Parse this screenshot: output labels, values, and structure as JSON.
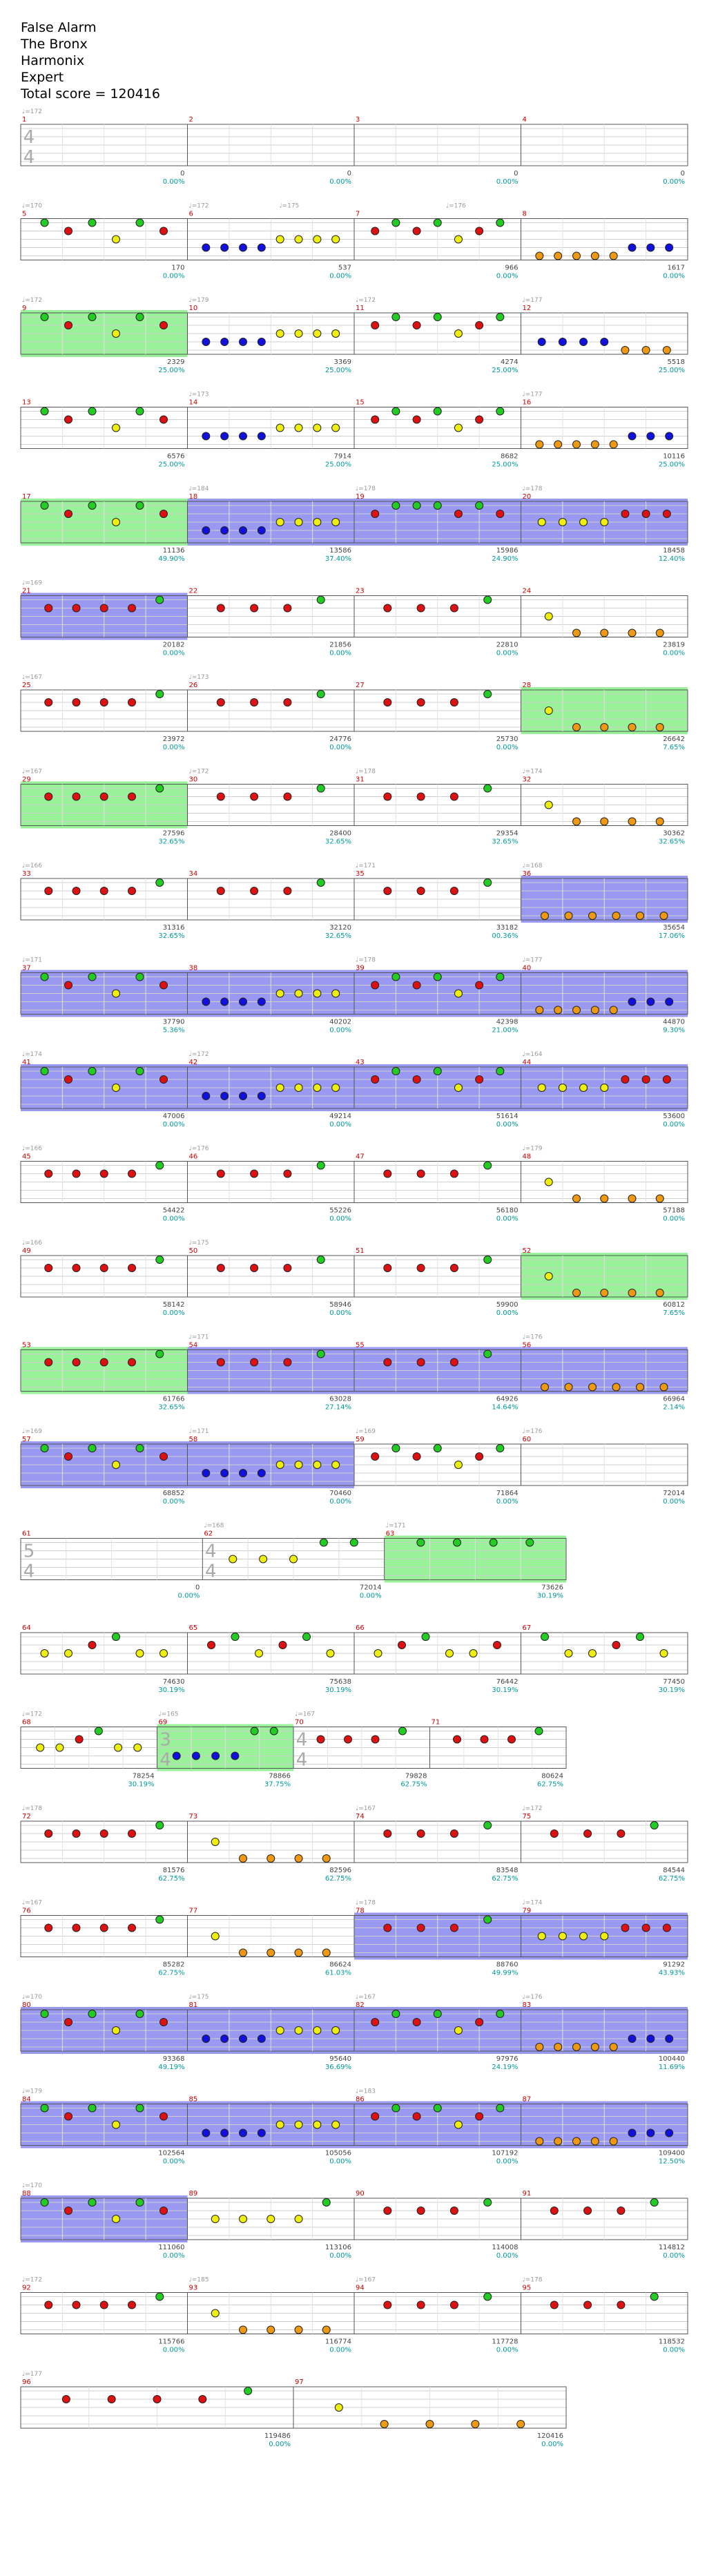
{
  "song": {
    "title": "False Alarm",
    "artist": "The Bronx",
    "charter": "Harmonix",
    "difficulty": "Expert",
    "total_score_text": "Total score = 120416"
  },
  "colors": {
    "green": "#22cc22",
    "red": "#dd1111",
    "yellow": "#eeee11",
    "blue": "#1111dd",
    "orange": "#ee9911",
    "measure_number": "#cc0000",
    "tempo": "#999999",
    "score": "#444444",
    "percent": "#009999",
    "overdrive_fill": "#7777ee",
    "solo_fill": "#77ee77",
    "unison_fill": "#ff9999"
  },
  "rows": [
    {
      "measures": [
        {
          "num": "1",
          "tempo": "♩=172",
          "ts": [
            "4",
            "4"
          ],
          "score": "0",
          "pct": "0.00%"
        },
        {
          "num": "2",
          "score": "0",
          "pct": "0.00%"
        },
        {
          "num": "3",
          "score": "0",
          "pct": "0.00%"
        },
        {
          "num": "4",
          "score": "0",
          "pct": "0.00%"
        }
      ],
      "notes": ""
    },
    {
      "measures": [
        {
          "num": "5",
          "tempo": "♩=170",
          "score": "170",
          "pct": "0.00%"
        },
        {
          "num": "6",
          "tempo": "♩=172",
          "score": "537",
          "pct": "0.00%",
          "extra_tempo": "♩=175"
        },
        {
          "num": "7",
          "score": "966",
          "pct": "0.00%",
          "extra_tempo": "♩=176"
        },
        {
          "num": "8",
          "score": "1617",
          "pct": "0.00%"
        }
      ],
      "notes": "grgygr|bbbbyyyy|rgrgyrg|ooooobbb"
    },
    {
      "measures": [
        {
          "num": "9",
          "tempo": "♩=172",
          "score": "2329",
          "pct": "25.00%"
        },
        {
          "num": "10",
          "tempo": "♩=179",
          "score": "3369",
          "pct": "25.00%"
        },
        {
          "num": "11",
          "tempo": "♩=172",
          "score": "4274",
          "pct": "25.00%"
        },
        {
          "num": "12",
          "tempo": "♩=177",
          "score": "5518",
          "pct": "25.00%"
        }
      ],
      "notes": "grgygr|bbbbyyyy|rgrgyrg|bbbbooo",
      "solo": [
        0
      ]
    },
    {
      "measures": [
        {
          "num": "13",
          "score": "6576",
          "pct": "25.00%"
        },
        {
          "num": "14",
          "tempo": "♩=173",
          "score": "7914",
          "pct": "25.00%"
        },
        {
          "num": "15",
          "score": "8682",
          "pct": "25.00%"
        },
        {
          "num": "16",
          "tempo": "♩=177",
          "score": "10116",
          "pct": "25.00%"
        }
      ],
      "notes": "grgygr|bbbbyyyy|rgrgyrg|ooooobbb"
    },
    {
      "measures": [
        {
          "num": "17",
          "score": "11136",
          "pct": "49.90%"
        },
        {
          "num": "18",
          "tempo": "♩=184",
          "score": "13586",
          "pct": "37.40%"
        },
        {
          "num": "19",
          "tempo": "♩=178",
          "score": "15986",
          "pct": "24.90%"
        },
        {
          "num": "20",
          "tempo": "♩=178",
          "score": "18458",
          "pct": "12.40%"
        }
      ],
      "notes": "grgygr|bbbbyyyy|rgggrgr|yyyyrrr",
      "solo": [
        0
      ],
      "od": [
        1,
        2,
        3
      ]
    },
    {
      "measures": [
        {
          "num": "21",
          "tempo": "♩=169",
          "score": "20182",
          "pct": "0.00%"
        },
        {
          "num": "22",
          "score": "21856",
          "pct": "0.00%"
        },
        {
          "num": "23",
          "score": "22810",
          "pct": "0.00%"
        },
        {
          "num": "24",
          "score": "23819",
          "pct": "0.00%"
        }
      ],
      "notes": "rrrrg|rrrg|rrrg|yoooo",
      "od": [
        0
      ]
    },
    {
      "measures": [
        {
          "num": "25",
          "tempo": "♩=167",
          "score": "23972",
          "pct": "0.00%"
        },
        {
          "num": "26",
          "tempo": "♩=173",
          "score": "24776",
          "pct": "0.00%"
        },
        {
          "num": "27",
          "score": "25730",
          "pct": "0.00%"
        },
        {
          "num": "28",
          "score": "26642",
          "pct": "7.65%"
        }
      ],
      "notes": "rrrrg|rrrg|rrrg|yoooo",
      "solo": [
        3
      ]
    },
    {
      "measures": [
        {
          "num": "29",
          "tempo": "♩=167",
          "score": "27596",
          "pct": "32.65%"
        },
        {
          "num": "30",
          "tempo": "♩=172",
          "score": "28400",
          "pct": "32.65%"
        },
        {
          "num": "31",
          "tempo": "♩=178",
          "score": "29354",
          "pct": "32.65%"
        },
        {
          "num": "32",
          "tempo": "♩=174",
          "score": "30362",
          "pct": "32.65%"
        }
      ],
      "notes": "rrrrg|rrrg|rrrg|yoooo",
      "solo": [
        0
      ]
    },
    {
      "measures": [
        {
          "num": "33",
          "tempo": "♩=166",
          "score": "31316",
          "pct": "32.65%"
        },
        {
          "num": "34",
          "score": "32120",
          "pct": "32.65%"
        },
        {
          "num": "35",
          "tempo": "♩=171",
          "score": "33182",
          "pct": "00.36%"
        },
        {
          "num": "36",
          "tempo": "♩=168",
          "score": "35654",
          "pct": "17.06%"
        }
      ],
      "notes": "rrrrg|rrrg|rrrg|oooooo",
      "od": [
        3
      ]
    },
    {
      "measures": [
        {
          "num": "37",
          "tempo": "♩=171",
          "score": "37790",
          "pct": "5.36%"
        },
        {
          "num": "38",
          "score": "40202",
          "pct": "0.00%"
        },
        {
          "num": "39",
          "tempo": "♩=178",
          "score": "42398",
          "pct": "21.00%"
        },
        {
          "num": "40",
          "tempo": "♩=177",
          "score": "44870",
          "pct": "9.30%"
        }
      ],
      "notes": "grgygr|bbbbyyyy|rgrgyrg|ooooobbb",
      "od": [
        0,
        1,
        2,
        3
      ]
    },
    {
      "measures": [
        {
          "num": "41",
          "tempo": "♩=174",
          "score": "47006",
          "pct": "0.00%"
        },
        {
          "num": "42",
          "tempo": "♩=172",
          "score": "49214",
          "pct": "0.00%"
        },
        {
          "num": "43",
          "score": "51614",
          "pct": "0.00%"
        },
        {
          "num": "44",
          "tempo": "♩=164",
          "score": "53600",
          "pct": "0.00%"
        }
      ],
      "notes": "grgygr|bbbbyyyy|rgrgyrg|yyyyrrr",
      "od": [
        0,
        1,
        2,
        3
      ]
    },
    {
      "measures": [
        {
          "num": "45",
          "tempo": "♩=166",
          "score": "54422",
          "pct": "0.00%"
        },
        {
          "num": "46",
          "tempo": "♩=176",
          "score": "55226",
          "pct": "0.00%"
        },
        {
          "num": "47",
          "score": "56180",
          "pct": "0.00%"
        },
        {
          "num": "48",
          "tempo": "♩=179",
          "score": "57188",
          "pct": "0.00%"
        }
      ],
      "notes": "rrrrg|rrrg|rrrg|yoooo"
    },
    {
      "measures": [
        {
          "num": "49",
          "tempo": "♩=166",
          "score": "58142",
          "pct": "0.00%"
        },
        {
          "num": "50",
          "tempo": "♩=175",
          "score": "58946",
          "pct": "0.00%"
        },
        {
          "num": "51",
          "score": "59900",
          "pct": "0.00%"
        },
        {
          "num": "52",
          "score": "60812",
          "pct": "7.65%"
        }
      ],
      "notes": "rrrrg|rrrg|rrrg|yoooo",
      "solo": [
        3
      ]
    },
    {
      "measures": [
        {
          "num": "53",
          "score": "61766",
          "pct": "32.65%"
        },
        {
          "num": "54",
          "tempo": "♩=171",
          "score": "63028",
          "pct": "27.14%"
        },
        {
          "num": "55",
          "score": "64926",
          "pct": "14.64%"
        },
        {
          "num": "56",
          "tempo": "♩=176",
          "score": "66964",
          "pct": "2.14%"
        }
      ],
      "notes": "rrrrg|rrrg|rrrg|oooooo",
      "solo": [
        0
      ],
      "od": [
        1,
        2,
        3
      ]
    },
    {
      "measures": [
        {
          "num": "57",
          "tempo": "♩=169",
          "score": "68852",
          "pct": "0.00%"
        },
        {
          "num": "58",
          "tempo": "♩=171",
          "score": "70460",
          "pct": "0.00%"
        },
        {
          "num": "59",
          "tempo": "♩=169",
          "score": "71864",
          "pct": "0.00%"
        },
        {
          "num": "60",
          "tempo": "♩=176",
          "score": "72014",
          "pct": "0.00%"
        }
      ],
      "notes": "grgygr|bbbbyyyy|rgrgyrg|",
      "od": [
        0,
        1
      ]
    },
    {
      "measures": [
        {
          "num": "61",
          "ts": [
            "5",
            "4"
          ],
          "score": "0",
          "pct": "0.00%"
        },
        {
          "num": "62",
          "tempo": "♩=168",
          "ts": [
            "4",
            "4"
          ],
          "score": "72014",
          "pct": "0.00%"
        },
        {
          "num": "63",
          "tempo": "♩=171",
          "score": "73626",
          "pct": "30.19%"
        }
      ],
      "notes": "|yyygg|gggg",
      "solo": [
        2
      ],
      "short": true
    },
    {
      "measures": [
        {
          "num": "64",
          "score": "74630",
          "pct": "30.19%"
        },
        {
          "num": "65",
          "score": "75638",
          "pct": "30.19%"
        },
        {
          "num": "66",
          "score": "76442",
          "pct": "30.19%"
        },
        {
          "num": "67",
          "score": "77450",
          "pct": "30.19%"
        }
      ],
      "notes": "yyrgyy|rgyrgy|yrgyyr|gyyrgy"
    },
    {
      "measures": [
        {
          "num": "68",
          "tempo": "♩=172",
          "score": "78254",
          "pct": "30.19%"
        },
        {
          "num": "69",
          "tempo": "♩=165",
          "ts": [
            "3",
            "4"
          ],
          "score": "78866",
          "pct": "37.75%"
        },
        {
          "num": "70",
          "tempo": "♩=167",
          "ts": [
            "4",
            "4"
          ],
          "score": "79828",
          "pct": "62.75%"
        },
        {
          "num": "71",
          "score": "80624",
          "pct": "62.75%"
        }
      ],
      "notes": "yyrgyy|bbbbgg|rrrg|rrrg",
      "solo": [
        1
      ],
      "short": true
    },
    {
      "measures": [
        {
          "num": "72",
          "tempo": "♩=178",
          "score": "81576",
          "pct": "62.75%"
        },
        {
          "num": "73",
          "score": "82596",
          "pct": "62.75%"
        },
        {
          "num": "74",
          "tempo": "♩=167",
          "score": "83548",
          "pct": "62.75%"
        },
        {
          "num": "75",
          "tempo": "♩=172",
          "score": "84544",
          "pct": "62.75%"
        }
      ],
      "notes": "rrrrg|yoooo|rrrg|rrrg"
    },
    {
      "measures": [
        {
          "num": "76",
          "tempo": "♩=167",
          "score": "85282",
          "pct": "62.75%"
        },
        {
          "num": "77",
          "score": "86624",
          "pct": "61.03%"
        },
        {
          "num": "78",
          "tempo": "♩=178",
          "score": "88760",
          "pct": "49.99%"
        },
        {
          "num": "79",
          "tempo": "♩=174",
          "score": "91292",
          "pct": "43.93%"
        }
      ],
      "notes": "rrrrg|yoooo|rrrg|yyyyrrr",
      "od": [
        2,
        3
      ]
    },
    {
      "measures": [
        {
          "num": "80",
          "tempo": "♩=170",
          "score": "93368",
          "pct": "49.19%"
        },
        {
          "num": "81",
          "tempo": "♩=175",
          "score": "95640",
          "pct": "36.69%"
        },
        {
          "num": "82",
          "tempo": "♩=167",
          "score": "97976",
          "pct": "24.19%"
        },
        {
          "num": "83",
          "tempo": "♩=176",
          "score": "100440",
          "pct": "11.69%"
        }
      ],
      "notes": "grgygr|bbbbyyyy|rgrgyrg|ooooobbb",
      "od": [
        0,
        1,
        2,
        3
      ]
    },
    {
      "measures": [
        {
          "num": "84",
          "tempo": "♩=179",
          "score": "102564",
          "pct": "0.00%"
        },
        {
          "num": "85",
          "score": "105056",
          "pct": "0.00%"
        },
        {
          "num": "86",
          "tempo": "♩=183",
          "score": "107192",
          "pct": "0.00%"
        },
        {
          "num": "87",
          "score": "109400",
          "pct": "12.50%"
        }
      ],
      "notes": "grgygr|bbbbyyyy|rgrgyrg|ooooobbb",
      "od": [
        0,
        1,
        2,
        3
      ]
    },
    {
      "measures": [
        {
          "num": "88",
          "tempo": "♩=170",
          "score": "111060",
          "pct": "0.00%"
        },
        {
          "num": "89",
          "score": "113106",
          "pct": "0.00%"
        },
        {
          "num": "90",
          "score": "114008",
          "pct": "0.00%"
        },
        {
          "num": "91",
          "score": "114812",
          "pct": "0.00%"
        }
      ],
      "notes": "grgygr|yyyyg|rrrg|rrrg",
      "od": [
        0
      ]
    },
    {
      "measures": [
        {
          "num": "92",
          "tempo": "♩=172",
          "score": "115766",
          "pct": "0.00%"
        },
        {
          "num": "93",
          "tempo": "♩=185",
          "score": "116774",
          "pct": "0.00%"
        },
        {
          "num": "94",
          "tempo": "♩=167",
          "score": "117728",
          "pct": "0.00%"
        },
        {
          "num": "95",
          "tempo": "♩=178",
          "score": "118532",
          "pct": "0.00%"
        }
      ],
      "notes": "rrrrg|yoooo|rrrg|rrrg"
    },
    {
      "measures": [
        {
          "num": "96",
          "tempo": "♩=177",
          "score": "119486",
          "pct": "0.00%"
        },
        {
          "num": "97",
          "score": "120416",
          "pct": "0.00%"
        }
      ],
      "notes": "rrrrg|yoooo",
      "short": true
    }
  ]
}
